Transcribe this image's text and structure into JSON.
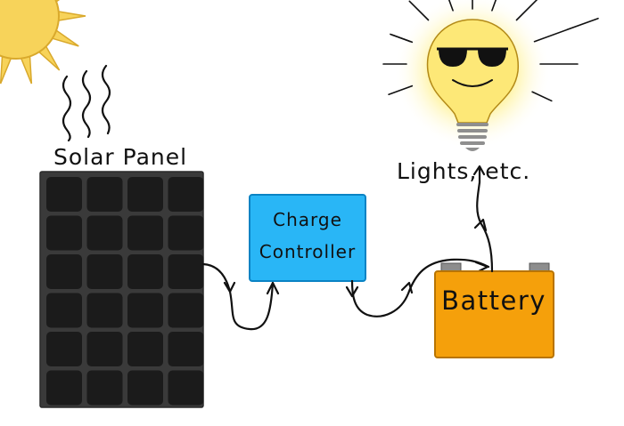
{
  "labels": {
    "solar_panel": "Solar Panel",
    "charge_controller_line1": "Charge",
    "charge_controller_line2": "Controller",
    "battery": "Battery",
    "lights": "Lights, etc."
  },
  "panel": {
    "rows": 6,
    "cols": 4
  },
  "colors": {
    "sun": "#f7d35a",
    "sun_stroke": "#d9a92c",
    "panel_frame": "#3a3a3a",
    "panel_cell": "#1b1b1b",
    "controller_fill": "#29b6f6",
    "controller_stroke": "#0a83c4",
    "battery_fill": "#f5a00b",
    "battery_stroke": "#b87400",
    "bulb_glow": "#fff3a0",
    "bulb_fill": "#fde877",
    "ink": "#111111"
  },
  "icons": [
    "sun-icon",
    "heat-waves-icon",
    "solar-panel-icon",
    "charge-controller-icon",
    "battery-icon",
    "light-bulb-icon",
    "sunglasses-icon"
  ]
}
